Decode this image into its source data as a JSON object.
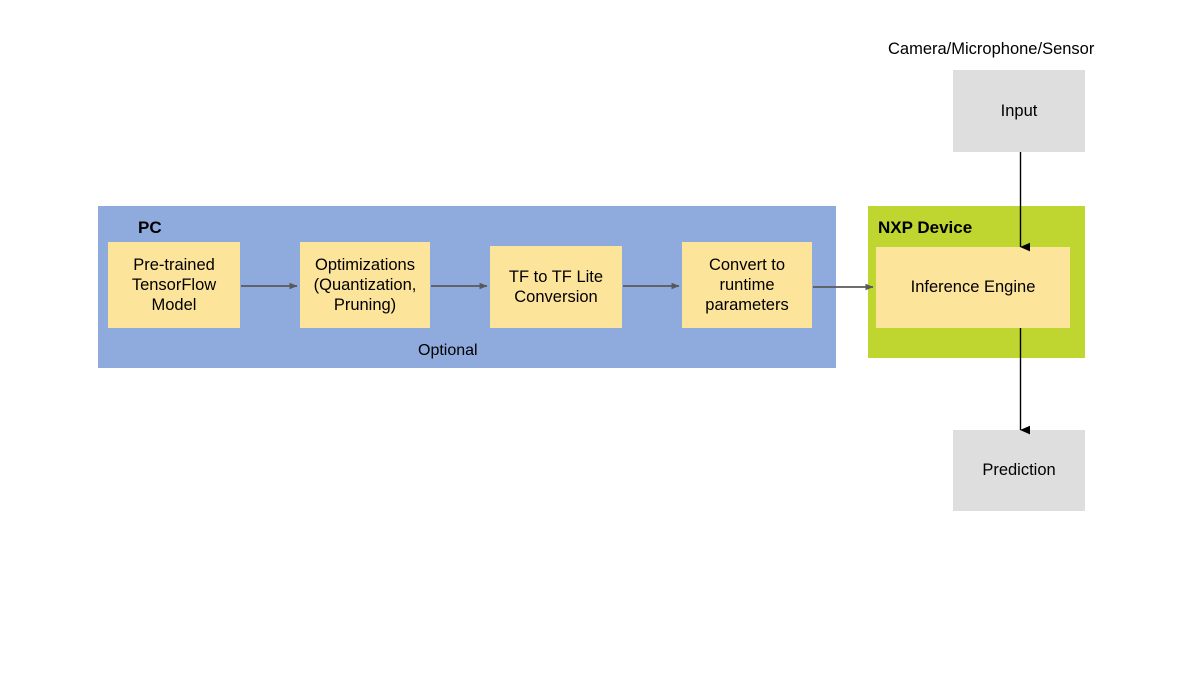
{
  "diagram": {
    "title_text": "Camera/Microphone/Sensor",
    "colors": {
      "pc_panel": "#8FAADC",
      "nxp_panel": "#BED62F",
      "process_box": "#FCE49B",
      "io_box": "#DEDEDE",
      "arrow_gray": "#595959",
      "arrow_black": "#000000",
      "background": "#FFFFFF"
    },
    "pc_panel": {
      "title": "PC",
      "footer": "Optional",
      "steps": [
        {
          "label": "Pre-trained TensorFlow Model"
        },
        {
          "label": "Optimizations (Quantization, Pruning)"
        },
        {
          "label": "TF to TF Lite Conversion"
        },
        {
          "label": "Convert to runtime parameters"
        }
      ]
    },
    "nxp_panel": {
      "title": "NXP Device",
      "engine": {
        "label": "Inference Engine"
      }
    },
    "io": {
      "input": {
        "label": "Input",
        "caption": "Camera/Microphone/Sensor"
      },
      "output": {
        "label": "Prediction"
      }
    },
    "edges": [
      {
        "name": "pretrained-to-optimizations",
        "from": "Pre-trained TensorFlow Model",
        "to": "Optimizations (Quantization, Pruning)"
      },
      {
        "name": "optimizations-to-conversion",
        "from": "Optimizations (Quantization, Pruning)",
        "to": "TF to TF Lite Conversion"
      },
      {
        "name": "conversion-to-runtime",
        "from": "TF to TF Lite Conversion",
        "to": "Convert to runtime parameters"
      },
      {
        "name": "runtime-to-inference",
        "from": "Convert to runtime parameters",
        "to": "Inference Engine"
      },
      {
        "name": "input-to-inference",
        "from": "Input",
        "to": "Inference Engine"
      },
      {
        "name": "inference-to-prediction",
        "from": "Inference Engine",
        "to": "Prediction"
      }
    ]
  }
}
